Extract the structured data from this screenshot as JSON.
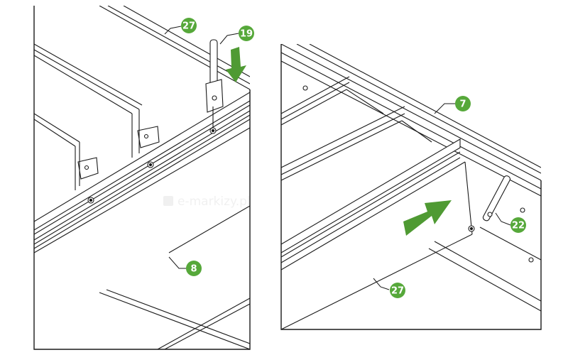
{
  "colors": {
    "callout": "#56a83a",
    "callout_text": "#ffffff",
    "arrow": "#4f9a33",
    "line": "#1a1a1a",
    "panel_fill": "#ffffff"
  },
  "watermark": {
    "text": "e-markizy.pl",
    "icon": "shop-bag-icon"
  },
  "left_panel": {
    "callouts": [
      {
        "id": "c27-left",
        "label": "27"
      },
      {
        "id": "c19-left",
        "label": "19"
      },
      {
        "id": "c8-left",
        "label": "8"
      }
    ],
    "arrow": {
      "direction": "down"
    }
  },
  "right_panel": {
    "callouts": [
      {
        "id": "c7-right",
        "label": "7"
      },
      {
        "id": "c22-right",
        "label": "22"
      },
      {
        "id": "c27-right",
        "label": "27"
      }
    ],
    "arrow": {
      "direction": "right"
    }
  }
}
